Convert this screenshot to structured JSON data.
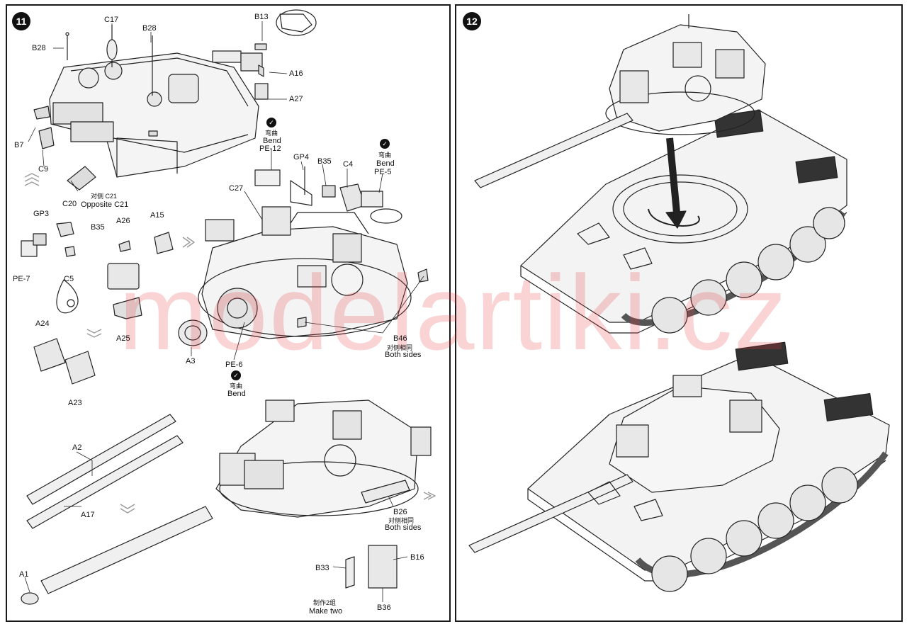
{
  "watermark": "modelartiki.cz",
  "steps": [
    {
      "number": "11"
    },
    {
      "number": "12"
    }
  ],
  "labels": {
    "B28_left": "B28",
    "C17": "C17",
    "B28_top": "B28",
    "B13": "B13",
    "A16": "A16",
    "A27": "A27",
    "B7": "B7",
    "C9": "C9",
    "C20": "C20",
    "opposite_cn": "对侧 C21",
    "opposite_en": "Opposite C21",
    "bend1_cn": "弯曲",
    "bend1_en": "Bend",
    "PE12": "PE-12",
    "GP4": "GP4",
    "B35_mid": "B35",
    "C4": "C4",
    "bend2_cn": "弯曲",
    "bend2_en": "Bend",
    "PE5": "PE-5",
    "C27": "C27",
    "GP3": "GP3",
    "B35_left": "B35",
    "A26": "A26",
    "A15": "A15",
    "PE7": "PE-7",
    "C5": "C5",
    "A25": "A25",
    "A24": "A24",
    "A23": "A23",
    "A3": "A3",
    "PE6": "PE-6",
    "bend3_cn": "弯曲",
    "bend3_en": "Bend",
    "B46": "B46",
    "both1_cn": "对侧相同",
    "both1_en": "Both sides",
    "A2": "A2",
    "A17": "A17",
    "A1": "A1",
    "B26": "B26",
    "both2_cn": "对侧相同",
    "both2_en": "Both sides",
    "B33": "B33",
    "B16": "B16",
    "B36": "B36",
    "make_cn": "制作2组",
    "make_en": "Make two"
  }
}
